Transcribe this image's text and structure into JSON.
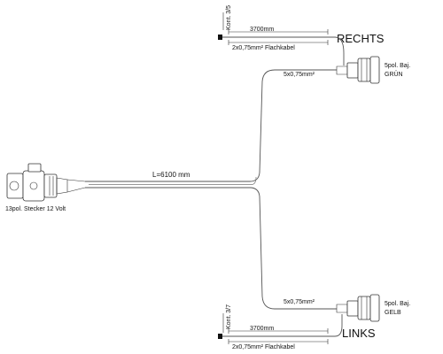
{
  "main_cable": {
    "length": "L=6100 mm"
  },
  "connector_13pol": {
    "label": "13pol. Stecker 12 Volt",
    "icon": "plug-13pol-icon"
  },
  "right_branch": {
    "side": "RECHTS",
    "cable": "5x0,75mm²",
    "connector_line1": "5pol. Baj.",
    "connector_line2": "GRÜN",
    "contact": "Kont. 3/5",
    "flat_length": "3700mm",
    "flat_cable": "2x0,75mm² Flachkabel"
  },
  "left_branch": {
    "side": "LINKS",
    "cable": "5x0,75mm²",
    "connector_line1": "5pol. Baj.",
    "connector_line2": "GELB",
    "contact": "Kont. 3/7",
    "flat_length": "3700mm",
    "flat_cable": "2x0,75mm² Flachkabel"
  },
  "colors": {
    "line": "#555555",
    "text": "#111111",
    "background": "#ffffff"
  }
}
